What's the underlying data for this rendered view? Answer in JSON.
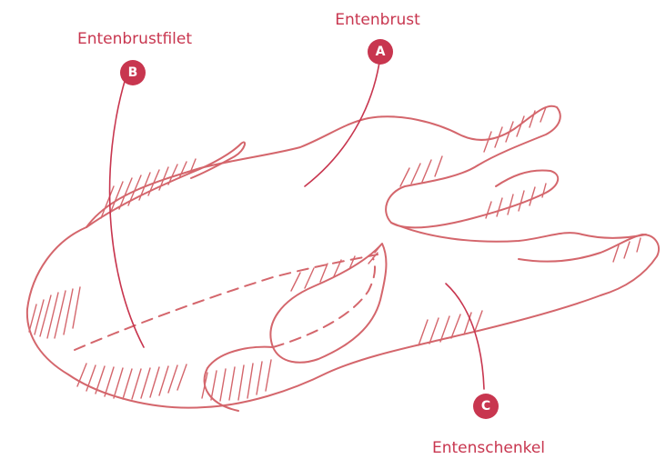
{
  "colors": {
    "accent": "#c8364f",
    "line": "#d4666c"
  },
  "labels": [
    {
      "id": "a",
      "marker": "A",
      "text": "Entenbrust"
    },
    {
      "id": "b",
      "marker": "B",
      "text": "Entenbrustfilet"
    },
    {
      "id": "c",
      "marker": "C",
      "text": "Entenschenkel"
    }
  ]
}
